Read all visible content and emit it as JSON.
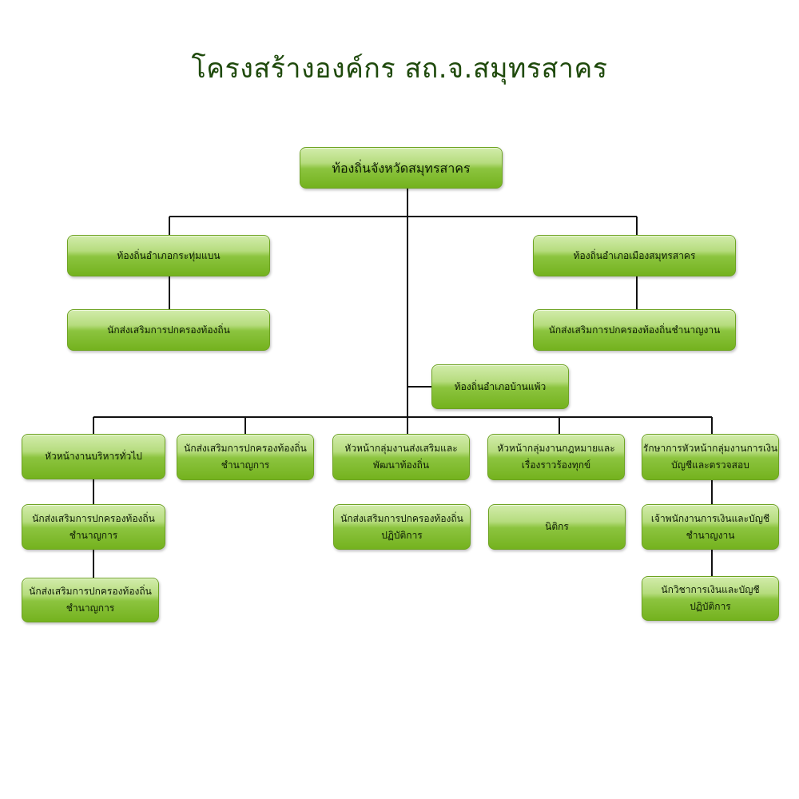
{
  "title": "โครงสร้างองค์กร สถ.จ.สมุทรสาคร",
  "nodes": {
    "root": "ท้องถิ่นจังหวัดสมุทรสาคร",
    "krathumbaen": "ท้องถิ่นอำเภอกระทุ่มแบน",
    "krathumbaen_staff": "นักส่งเสริมการปกครองท้องถิ่น",
    "mueang": "ท้องถิ่นอำเภอเมืองสมุทรสาคร",
    "mueang_staff": "นักส่งเสริมการปกครองท้องถิ่นชำนาญงาน",
    "banphaeo": "ท้องถิ่นอำเภอบ้านแพ้ว",
    "admin_head": "หัวหน้างานบริหารทั่วไป",
    "admin_staff1": [
      "นักส่งเสริมการปกครองท้องถิ่น",
      "ชำนาญการ"
    ],
    "admin_staff2": [
      "นักส่งเสริมการปกครองท้องถิ่น",
      "ชำนาญการ"
    ],
    "expert": [
      "นักส่งเสริมการปกครองท้องถิ่น",
      "ชำนาญการ"
    ],
    "promo_head": [
      "หัวหน้ากลุ่มงานส่งเสริมและ",
      "พัฒนาท้องถิ่น"
    ],
    "promo_staff": [
      "นักส่งเสริมการปกครองท้องถิ่น",
      "ปฏิบัติการ"
    ],
    "law_head": [
      "หัวหน้ากลุ่มงานกฎหมายและ",
      "เรื่องราวร้องทุกข์"
    ],
    "law_staff": "นิติกร",
    "finance_head": [
      "รักษาการหัวหน้ากลุ่มงานการเงิน",
      "บัญชีและตรวจสอบ"
    ],
    "finance_staff1": [
      "เจ้าพนักงานการเงินและบัญชี",
      "ชำนาญงาน"
    ],
    "finance_staff2": [
      "นักวิชาการเงินและบัญชี",
      "ปฏิบัติการ"
    ]
  }
}
